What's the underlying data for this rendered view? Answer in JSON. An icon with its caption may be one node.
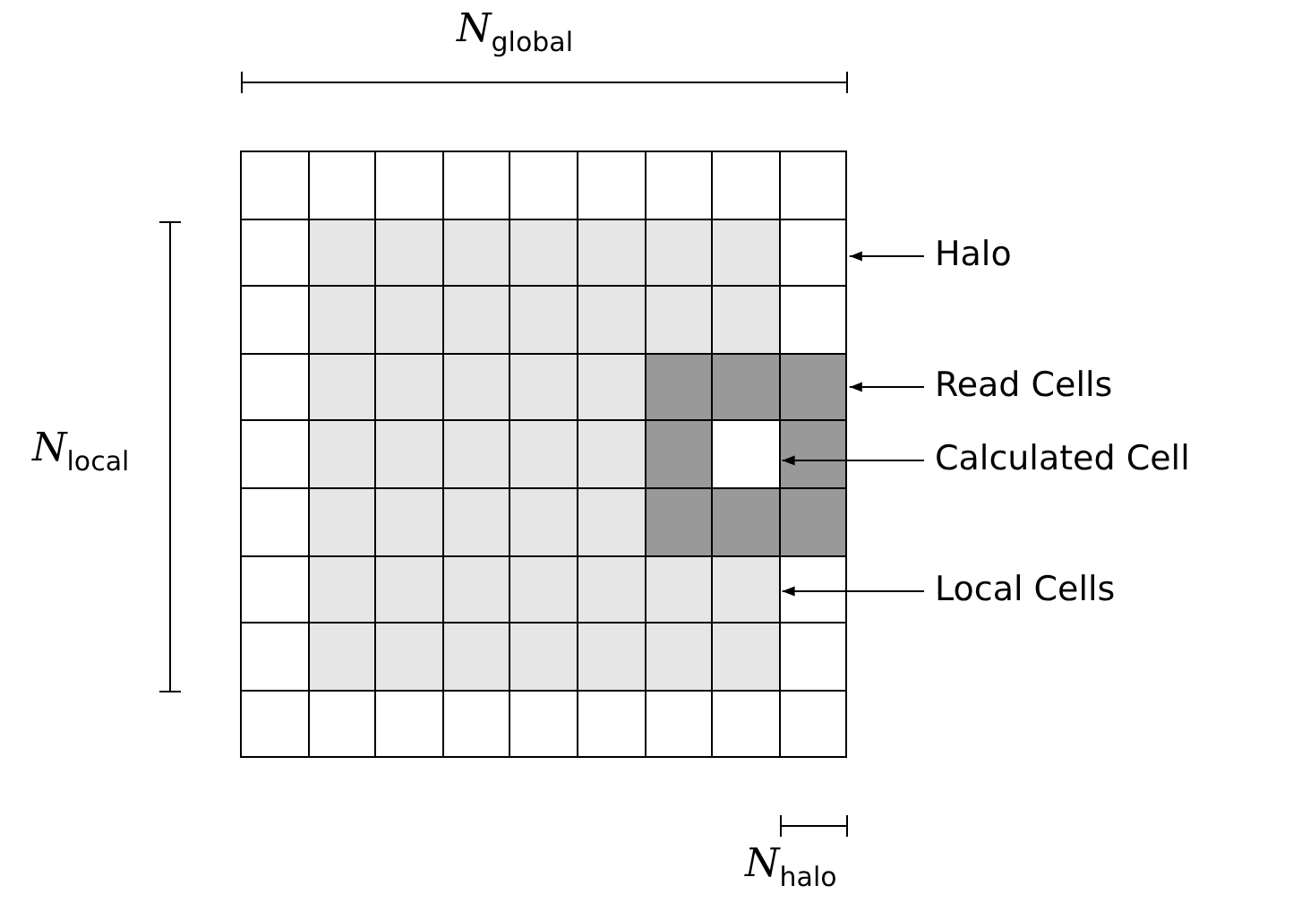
{
  "diagram": {
    "nodes": [
      {
        "text": [
          "Halo"
        ]
      },
      {
        "text": [],
        "shape": "box"
      },
      {
        "text": [
          "Read Cells"
        ]
      },
      {
        "text": [],
        "shape": "box"
      },
      {
        "text": [
          "Calculated Cell"
        ]
      },
      {
        "text": [],
        "shape": "box"
      },
      {
        "text": [
          "Local Cells"
        ]
      },
      {
        "text": [],
        "shape": "box"
      }
    ],
    "edges": [
      {
        "from": 0,
        "to": 1,
        "arrow": "to"
      },
      {
        "from": 2,
        "to": 3,
        "arrow": "to"
      },
      {
        "from": 4,
        "to": 5,
        "arrow": "to"
      },
      {
        "from": 6,
        "to": 7,
        "arrow": "to"
      }
    ],
    "labels": [
      "*N*$_{global}$",
      "*N*$_{local}$",
      "*N*$_{halo}$"
    ]
  }
}
